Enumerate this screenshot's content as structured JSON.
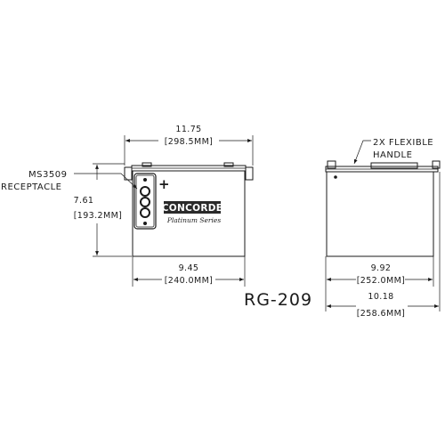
{
  "drawing": {
    "model": "RG-209",
    "front_view": {
      "width_in": "11.75",
      "width_mm": "[298.5MM]",
      "height_in": "7.61",
      "height_mm": "[193.2MM]",
      "base_width_in": "9.45",
      "base_width_mm": "[240.0MM]",
      "receptacle_label_line1": "MS3509",
      "receptacle_label_line2": "RECEPTACLE",
      "polarity": "+",
      "logo": "CONCORDE",
      "logo_subtitle": "Platinum Series"
    },
    "side_view": {
      "handle_note_line1": "2X FLEXIBLE",
      "handle_note_line2": "HANDLE",
      "depth_in": "9.92",
      "depth_mm": "[252.0MM]",
      "overall_depth_in": "10.18",
      "overall_depth_mm": "[258.6MM]"
    }
  }
}
